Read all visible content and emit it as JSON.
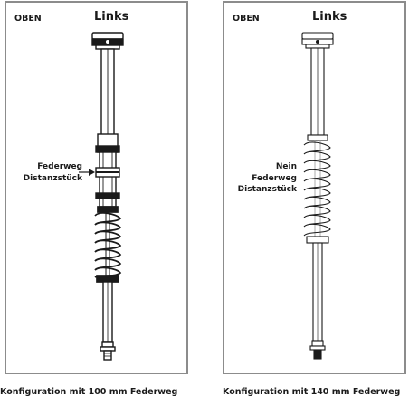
{
  "left_panel": {
    "oben": "OBEN",
    "side": "Links",
    "annotation": [
      "Federweg",
      "Distanzstück"
    ],
    "caption": "Konfiguration mit 100 mm Federweg"
  },
  "right_panel": {
    "oben": "OBEN",
    "side": "Links",
    "annotation": [
      "Nein",
      "Federweg",
      "Distanzstück"
    ],
    "caption": "Konfiguration mit 140 mm Federweg"
  },
  "colors": {
    "border": "#8c8c8c",
    "line": "#1a1a1a",
    "grey_line": "#9a9a9a"
  },
  "icons": [
    "coil-spring-icon",
    "spacer-icon",
    "shaft-icon",
    "top-cap-icon"
  ]
}
